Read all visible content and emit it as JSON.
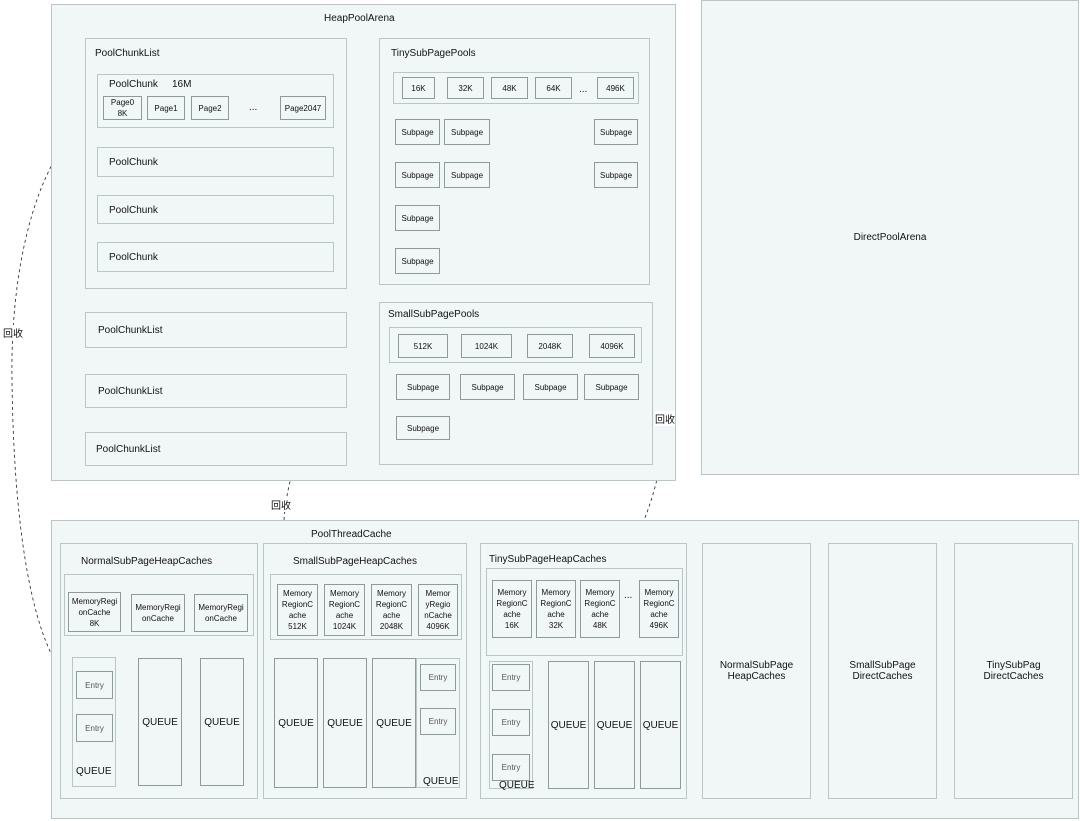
{
  "heap_arena": {
    "title": "HeapPoolArena",
    "chunk_list": {
      "title": "PoolChunkList",
      "first_chunk": {
        "title": "PoolChunk",
        "size": "16M",
        "pages": [
          "Page0\n8K",
          "Page1",
          "Page2",
          "...",
          "Page2047"
        ]
      },
      "chunks": [
        "PoolChunk",
        "PoolChunk",
        "PoolChunk"
      ]
    },
    "other_lists": [
      "PoolChunkList",
      "PoolChunkList",
      "PoolChunkList"
    ],
    "tiny_pools": {
      "title": "TinySubPagePools",
      "sizes": [
        "16K",
        "32K",
        "48K",
        "64K",
        "...",
        "496K"
      ],
      "subpage": "Subpage"
    },
    "small_pools": {
      "title": "SmallSubPagePools",
      "sizes": [
        "512K",
        "1024K",
        "2048K",
        "4096K"
      ],
      "subpage": "Subpage"
    }
  },
  "direct_arena": {
    "title": "DirectPoolArena"
  },
  "recycle_label": "回收",
  "thread_cache": {
    "title": "PoolThreadCache",
    "normal": {
      "title": "NormalSubPageHeapCaches",
      "caches": [
        "MemoryRegi\nonCache\n8K",
        "MemoryRegi\nonCache",
        "MemoryRegi\nonCache"
      ]
    },
    "small": {
      "title": "SmallSubPageHeapCaches",
      "caches": [
        "Memory\nRegionC\nache\n512K",
        "Memory\nRegionC\nache\n1024K",
        "Memory\nRegionC\nache\n2048K",
        "Memor\nyRegio\nnCache\n4096K"
      ]
    },
    "tiny": {
      "title": "TinySubPageHeapCaches",
      "caches": [
        "Memory\nRegionC\nache\n16K",
        "Memory\nRegionC\nache\n32K",
        "Memory\nRegionC\nache\n48K",
        "...",
        "Memory\nRegionC\nache\n496K"
      ]
    },
    "queue_label": "QUEUE",
    "entry_label": "Entry",
    "side_boxes": [
      "NormalSubPage\nHeapCaches",
      "SmallSubPage\nDirectCaches",
      "TinySubPag\nDirectCaches"
    ]
  }
}
